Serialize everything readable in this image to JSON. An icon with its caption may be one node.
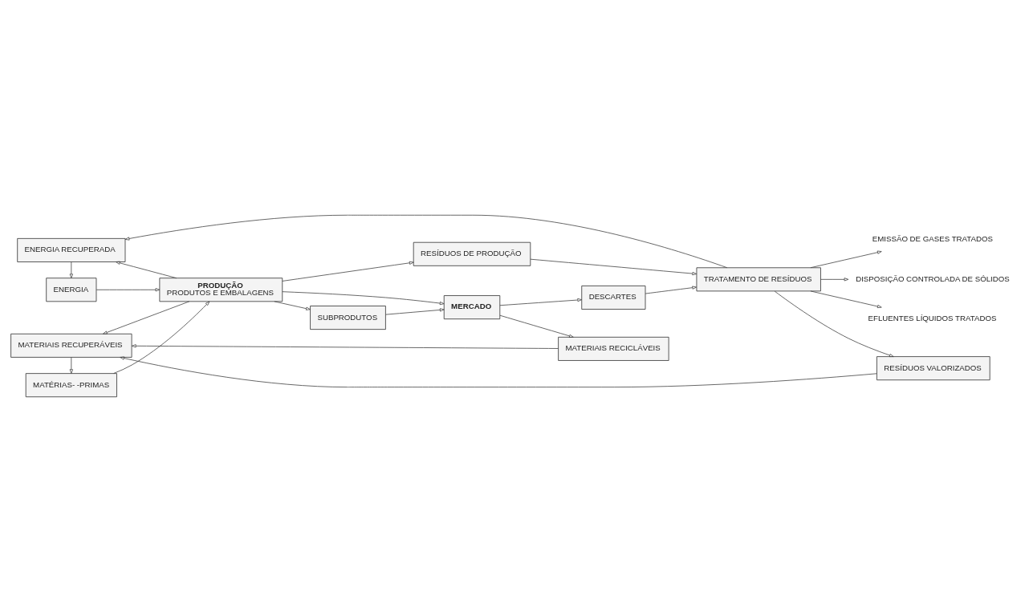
{
  "diagram": {
    "nodes": [
      {
        "text": [
          "ENERGIA RECUPERADA"
        ]
      },
      {
        "text": [
          "ENERGIA"
        ]
      },
      {
        "text": [
          "MATÉRIAS- -PRIMAS"
        ]
      },
      {
        "text": [
          "PRODUÇÃO",
          "PRODUTOS E EMBALAGENS"
        ]
      },
      {
        "text": [
          "MERCADO"
        ]
      },
      {
        "text": [
          "DESCARTES"
        ]
      },
      {
        "text": [
          "TRATAMENTO DE RESÍDUOS"
        ]
      },
      {
        "text": [
          "EMISSÃO DE GASES TRATADOS"
        ]
      },
      {
        "text": [
          "DISPOSIÇÃO CONTROLADA DE SÓLIDOS"
        ]
      },
      {
        "text": [
          "EFLUENTES LÍQUIDOS TRATADOS"
        ]
      },
      {
        "text": [
          "SUBPRODUTOS"
        ]
      },
      {
        "text": [
          "RESÍDUOS DE PRODUÇÃO"
        ]
      },
      {
        "text": [
          "MATERIAIS RECUPERÁVEIS"
        ]
      },
      {
        "text": [
          "MATERIAIS RECICLÁVEIS"
        ]
      },
      {
        "text": [
          "RESÍDUOS VALORIZADOS"
        ]
      }
    ],
    "edges": [
      {
        "from": 0,
        "to": 1,
        "arrow": "to"
      },
      {
        "from": 1,
        "to": 3,
        "arrow": "to"
      },
      {
        "from": 2,
        "to": 3,
        "arrow": "to"
      },
      {
        "from": 3,
        "to": 0,
        "arrow": "to"
      },
      {
        "from": 3,
        "to": 4,
        "arrow": "to"
      },
      {
        "from": 4,
        "to": 5,
        "arrow": "to"
      },
      {
        "from": 5,
        "to": 6,
        "arrow": "to"
      },
      {
        "from": 6,
        "to": 0,
        "arrow": "to"
      },
      {
        "from": 6,
        "to": 7,
        "arrow": "to"
      },
      {
        "from": 6,
        "to": 8,
        "arrow": "to"
      },
      {
        "from": 6,
        "to": 9,
        "arrow": "to"
      },
      {
        "from": 3,
        "to": 10,
        "arrow": "to"
      },
      {
        "from": 10,
        "to": 4,
        "arrow": "to"
      },
      {
        "from": 3,
        "to": 11,
        "arrow": "to"
      },
      {
        "from": 11,
        "to": 6,
        "arrow": "to"
      },
      {
        "from": 3,
        "to": 12,
        "arrow": "to"
      },
      {
        "from": 4,
        "to": 13,
        "arrow": "to"
      },
      {
        "from": 6,
        "to": 14,
        "arrow": "to"
      },
      {
        "from": 13,
        "to": 12,
        "arrow": "to"
      },
      {
        "from": 14,
        "to": 12,
        "arrow": "to"
      },
      {
        "from": 12,
        "to": 2,
        "arrow": "to"
      }
    ]
  }
}
